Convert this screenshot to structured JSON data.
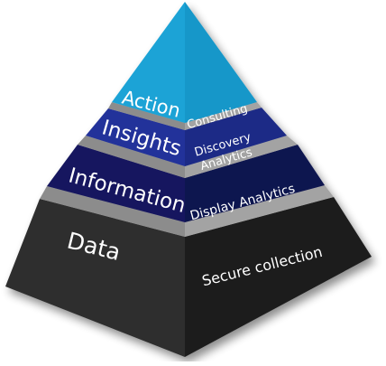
{
  "colors": {
    "action_left": "#1aa3d6",
    "action_right": "#1597c9",
    "insights_left": "#22329a",
    "insights_right": "#1b2a86",
    "information_left": "#16185e",
    "information_right": "#11124f",
    "data_left": "#2d2d2d",
    "data_right": "#1e1e1e",
    "separator": "#9a9a9a"
  },
  "layers": {
    "action": {
      "left_label": "Action",
      "right_label": "Consulting"
    },
    "insights": {
      "left_label": "Insights",
      "right_label_line1": "Discovery",
      "right_label_line2": "Analytics"
    },
    "information": {
      "left_label": "Information",
      "right_label": "Display Analytics"
    },
    "data": {
      "left_label": "Data",
      "right_label": "Secure collection"
    }
  }
}
